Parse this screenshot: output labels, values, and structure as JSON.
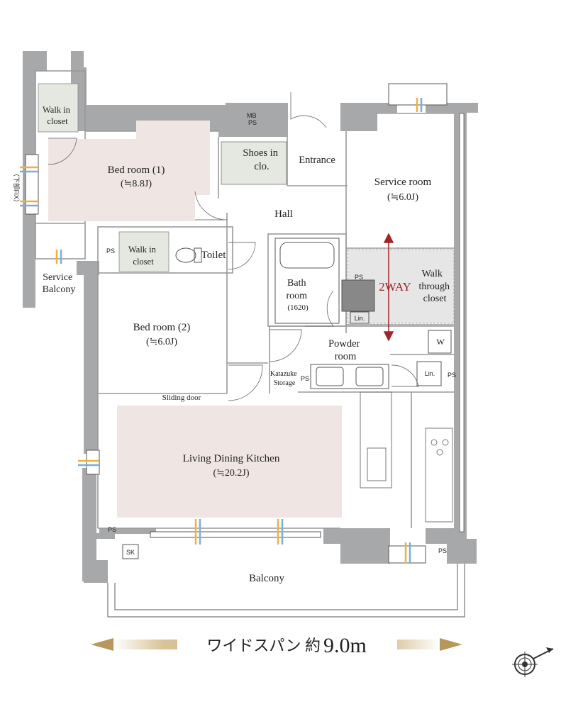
{
  "rooms": {
    "walk_in_closet_1": [
      "Walk in",
      "closet"
    ],
    "bedroom1": {
      "name": "Bed room (1)",
      "size": "(≒8.8J)"
    },
    "mbps": [
      "MB",
      "PS"
    ],
    "shoes_in_closet": [
      "Shoes in",
      "clo."
    ],
    "entrance": "Entrance",
    "service_room": {
      "name": "Service room",
      "size": "(≒6.0J)"
    },
    "hall": "Hall",
    "ps": "PS",
    "walk_in_closet_2": [
      "Walk in",
      "closet"
    ],
    "toilet": "Toilet",
    "service_balcony": [
      "Service",
      "Balcony"
    ],
    "bath_room": [
      "Bath",
      "room",
      "(1620)"
    ],
    "walk_through_closet": [
      "Walk",
      "through",
      "closet"
    ],
    "two_way": "2WAY",
    "lin": "Lin.",
    "bedroom2": {
      "name": "Bed room (2)",
      "size": "(≒6.0J)"
    },
    "powder_room": [
      "Powder",
      "room"
    ],
    "washer": "W",
    "katazuke_storage": [
      "Katazuke",
      "Storage"
    ],
    "sliding_door": "Sliding door",
    "ldk": {
      "name": "Living Dining Kitchen",
      "size": "(≒20.2J)"
    },
    "sk": "SK",
    "balcony": "Balcony"
  },
  "fix_note": "（下部FIX）",
  "wide_span": {
    "text": "ワイドスパン 約",
    "value": "9.0m"
  },
  "colors": {
    "wall": "#a7a8aa",
    "room_pink": "#efe6e4",
    "closet_green": "#e4e8e0",
    "wtc_gray": "#e6e6e6",
    "accent_red": "#a0242a",
    "gold": "#b8985a",
    "window_blue": "#7aaed6",
    "window_orange": "#f0b040"
  }
}
